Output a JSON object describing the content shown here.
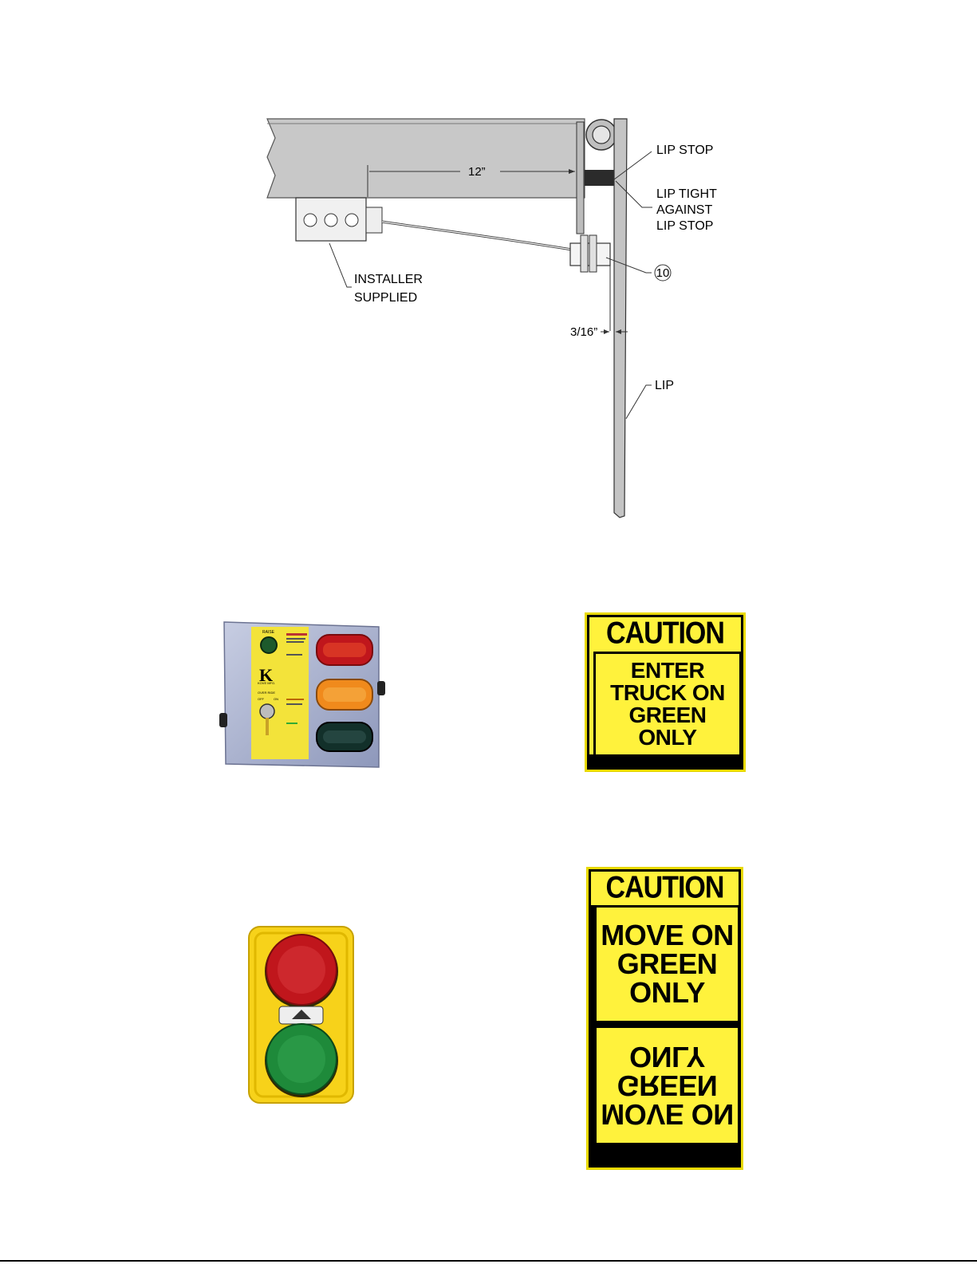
{
  "drawing": {
    "labels": {
      "lip_stop": "LIP STOP",
      "lip_tight_1": "LIP TIGHT",
      "lip_tight_2": "AGAINST",
      "lip_tight_3": "LIP STOP",
      "dim_12": "12”",
      "installer_1": "INSTALLER",
      "installer_2": "SUPPLIED",
      "callout": "10",
      "dim_gap": "3/16”",
      "lip": "LIP"
    }
  },
  "control_box": {
    "raise_label": "RAISE",
    "brand_letter": "K",
    "brand_name": "KOVE MFG.",
    "override_label": "OVER RIDE",
    "off": "OFF",
    "on": "ON"
  },
  "sign1": {
    "header": "CAUTION",
    "lines": [
      "ENTER",
      "TRUCK ON",
      "GREEN",
      "ONLY"
    ]
  },
  "sign2": {
    "header": "CAUTION",
    "lines": [
      "MOVE ON",
      "GREEN",
      "ONLY"
    ],
    "mirrored_lines": [
      "MOVE ON",
      "GREEN",
      "ONLY"
    ]
  },
  "colors": {
    "sign_yellow": "#fff23c",
    "red_lamp": "#c0161c",
    "amber_lamp": "#f08a1c",
    "green_lamp": "#1e8a3a",
    "box_gray": "#9aa4c4",
    "panel_yellow": "#f3e33a"
  }
}
